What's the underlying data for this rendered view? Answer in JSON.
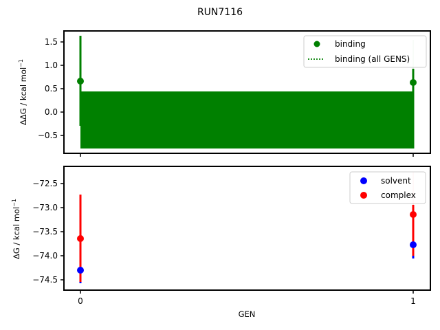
{
  "chart_data": [
    {
      "type": "scatter",
      "title": "RUN7116",
      "xlabel": "",
      "ylabel": "ΔΔG / kcal mol⁻¹",
      "x": [
        0,
        1
      ],
      "xticks": [
        "0",
        "1"
      ],
      "yticks": [
        "1.5",
        "1.0",
        "0.5",
        "0.0",
        "−0.5"
      ],
      "ylim": [
        -0.85,
        1.75
      ],
      "grid": false,
      "legend_position": "upper right",
      "series": [
        {
          "name": "binding",
          "color": "#008000",
          "values": [
            0.65,
            0.63
          ],
          "err_low": [
            -0.3,
            0.43
          ],
          "err_high": [
            1.6,
            1.55
          ]
        },
        {
          "name": "binding (all GENS)",
          "color": "#008000",
          "style": "dotted",
          "band": [
            -0.78,
            0.43
          ]
        }
      ]
    },
    {
      "type": "scatter",
      "xlabel": "GEN",
      "ylabel": "ΔG / kcal mol⁻¹",
      "x": [
        0,
        1
      ],
      "xticks": [
        "0",
        "1"
      ],
      "yticks": [
        "−72.5",
        "−73.0",
        "−73.5",
        "−74.0",
        "−74.5"
      ],
      "ylim": [
        -74.7,
        -72.15
      ],
      "grid": false,
      "legend_position": "upper right",
      "series": [
        {
          "name": "solvent",
          "color": "#0000ff",
          "values": [
            -74.3,
            -73.77
          ],
          "err_low": [
            -74.57,
            -74.05
          ],
          "err_high": [
            -74.0,
            -73.5
          ]
        },
        {
          "name": "complex",
          "color": "#ff0000",
          "values": [
            -73.65,
            -73.15
          ],
          "err_low": [
            -74.55,
            -73.95
          ],
          "err_high": [
            -72.73,
            -72.5
          ]
        }
      ]
    }
  ],
  "figure": {
    "title": "RUN7116",
    "top": {
      "ylabel": "ΔΔG / kcal mol",
      "ylabel_sup": "−1",
      "legend": [
        "binding",
        "binding (all GENS)"
      ]
    },
    "bottom": {
      "ylabel": "ΔG / kcal mol",
      "ylabel_sup": "−1",
      "xlabel": "GEN",
      "legend": [
        "solvent",
        "complex"
      ]
    }
  }
}
